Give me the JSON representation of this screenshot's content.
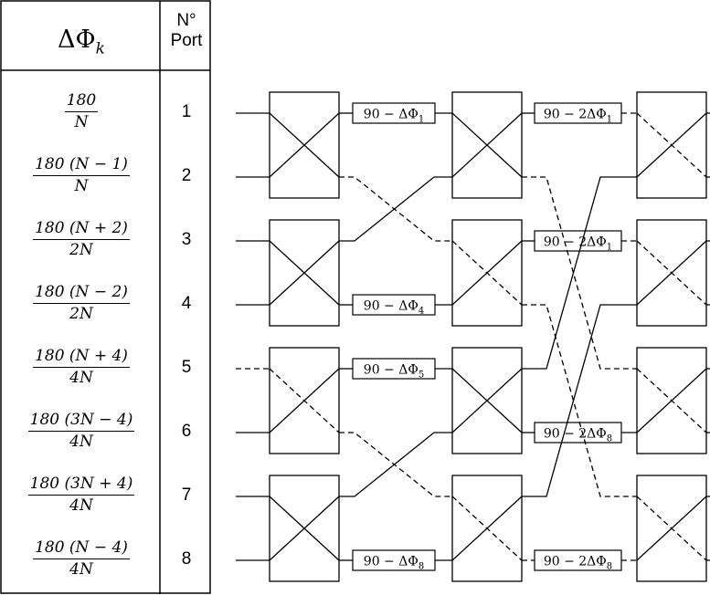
{
  "table": {
    "header_delta": "ΔΦ",
    "header_delta_sub": "k",
    "header_port_line1": "N°",
    "header_port_line2": "Port",
    "rows": [
      {
        "num": "180",
        "den": "N",
        "port": "1"
      },
      {
        "num": "180 (N − 1)",
        "den": "N",
        "port": "2"
      },
      {
        "num": "180 (N + 2)",
        "den": "2N",
        "port": "3"
      },
      {
        "num": "180 (N − 2)",
        "den": "2N",
        "port": "4"
      },
      {
        "num": "180 (N + 4)",
        "den": "4N",
        "port": "5"
      },
      {
        "num": "180 (3N − 4)",
        "den": "4N",
        "port": "6"
      },
      {
        "num": "180 (3N + 4)",
        "den": "4N",
        "port": "7"
      },
      {
        "num": "180 (N − 4)",
        "den": "4N",
        "port": "8"
      }
    ]
  },
  "diagram": {
    "phase_labels": [
      {
        "prefix": "90 − ",
        "factor": "",
        "sub": "1"
      },
      {
        "prefix": "90 − ",
        "factor": "",
        "sub": "4"
      },
      {
        "prefix": "90 − ",
        "factor": "",
        "sub": "5"
      },
      {
        "prefix": "90 − ",
        "factor": "",
        "sub": "8"
      },
      {
        "prefix": "90 − ",
        "factor": "2",
        "sub": "1"
      },
      {
        "prefix": "90 − ",
        "factor": "2",
        "sub": "1"
      },
      {
        "prefix": "90 − ",
        "factor": "2",
        "sub": "8"
      },
      {
        "prefix": "90 − ",
        "factor": "2",
        "sub": "8"
      }
    ],
    "phase_symbol": "ΔΦ"
  }
}
